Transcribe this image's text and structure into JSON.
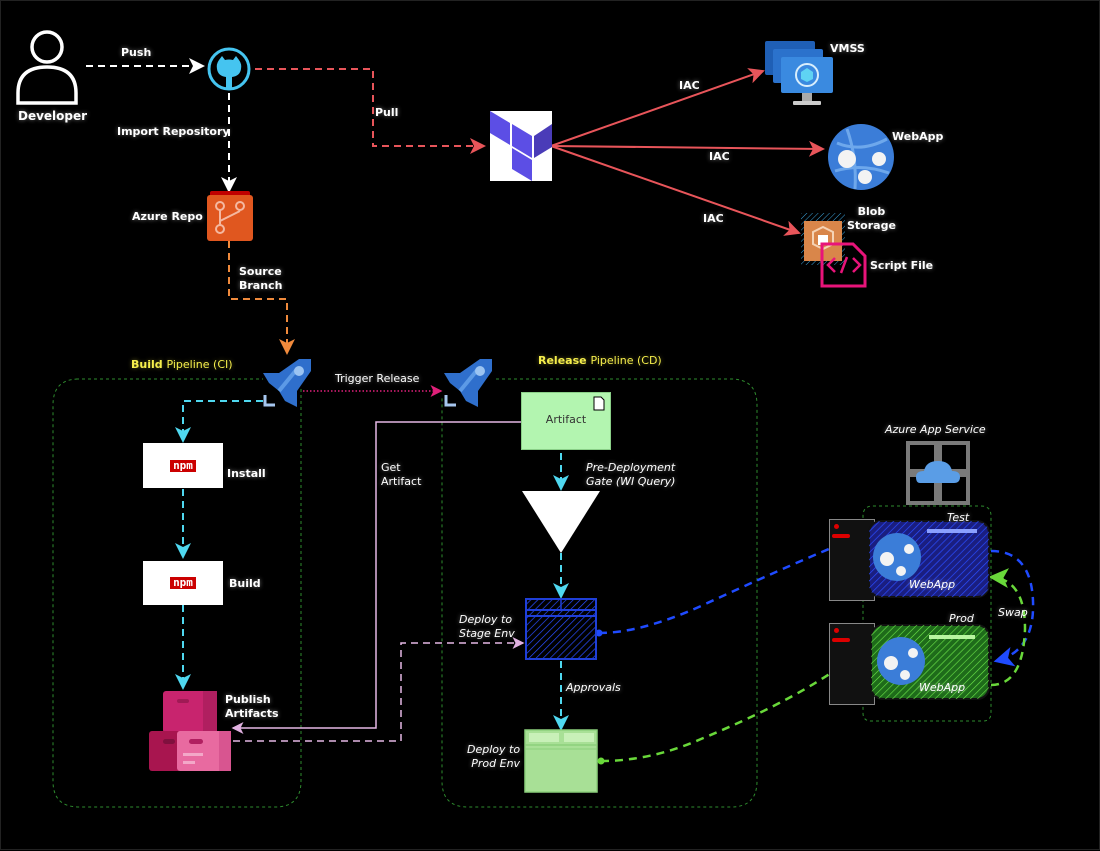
{
  "diagram": {
    "nodes": {
      "developer": "Developer",
      "github": "GitHub",
      "azure_repo": "Azure Repo",
      "terraform": "Terraform",
      "vmss": "VMSS",
      "webapp_iac": "WebApp",
      "blob_storage": "Blob\nStorage",
      "script_file": "Script File",
      "build_pipeline_icon": "Build Pipeline",
      "release_pipeline_icon": "Release Pipeline",
      "npm_install": "Install",
      "npm_build": "Build",
      "publish_artifacts": "Publish\nArtifacts",
      "artifact": "Artifact",
      "deploy_stage": "Deploy to\nStage Env",
      "deploy_prod": "Deploy to\nProd Env",
      "app_service": "Azure App Service",
      "slot_test_label": "Test",
      "slot_test_webapp": "WebApp",
      "slot_prod_label": "Prod",
      "slot_prod_webapp": "WebApp"
    },
    "edges": {
      "push": "Push",
      "import_repository": "Import Repository",
      "pull": "Pull",
      "iac_vmss": "IAC",
      "iac_webapp": "IAC",
      "iac_blob": "IAC",
      "source_branch": "Source\nBranch",
      "trigger_release": "Trigger Release",
      "get_artifact": "Get\nArtifact",
      "pre_deployment_gate": "Pre-Deployment\nGate (WI Query)",
      "approvals": "Approvals",
      "swap": "Swap"
    },
    "groups": {
      "build_title_a": "Build",
      "build_title_b": "Pipeline (CI)",
      "release_title_a": "Release",
      "release_title_b": "Pipeline (CD)"
    },
    "colors": {
      "background": "#000000",
      "iac_red": "#e8555a",
      "terraform_purple": "#5c4ee5",
      "cyan": "#4fd8f0",
      "orange": "#f08a3c",
      "group_green": "#2e8b2e",
      "npm_red": "#cb0000",
      "artifact_green": "#b3f5b0",
      "stage_blue": "#1432c8",
      "prod_green": "#69d83a",
      "title_yellow": "#f5ee4c",
      "pink": "#d6207a",
      "azure_blue": "#3b7dd8"
    }
  }
}
